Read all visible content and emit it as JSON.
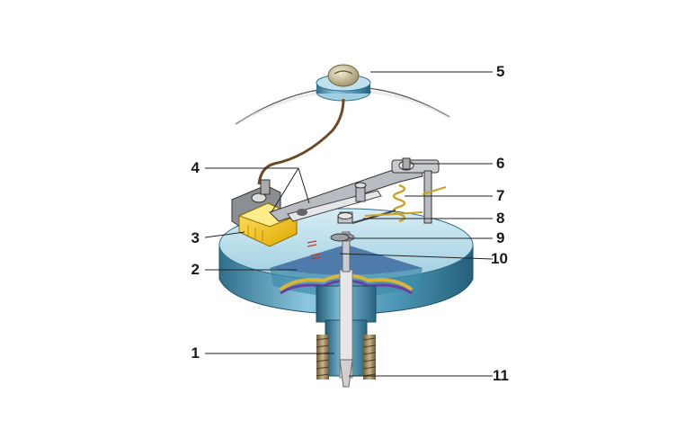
{
  "callouts": {
    "n1": "1",
    "n2": "2",
    "n3": "3",
    "n4": "4",
    "n5": "5",
    "n6": "6",
    "n7": "7",
    "n8": "8",
    "n9": "9",
    "n10": "10",
    "n11": "11"
  },
  "colors": {
    "housing": "#5aa6c4",
    "housing_dark": "#2f6f8c",
    "diaphragm": "#6b3fa0",
    "contact_block": "#f2c21c",
    "spring": "#c9a227",
    "wire": "#6b4a2a",
    "metal": "#b8bcc0"
  }
}
